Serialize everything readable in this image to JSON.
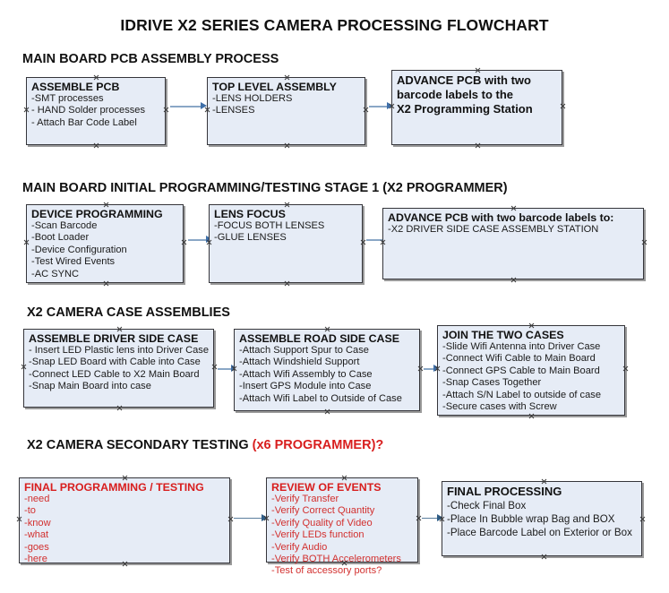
{
  "document": {
    "title": "IDRIVE X2  SERIES CAMERA PROCESSING FLOWCHART",
    "accent_red": "#d81e1e",
    "node_fill": "#e6ecf6",
    "node_border": "#35353a",
    "connector_color": "#8aa7c6"
  },
  "sections": [
    {
      "id": "main-board-pcb-assembly",
      "heading": "MAIN BOARD PCB ASSEMBLY PROCESS",
      "heading_accent": "",
      "nodes": [
        {
          "id": "assemble-pcb",
          "title": "ASSEMBLE PCB",
          "lines": [
            "-SMT processes",
            "- HAND Solder processes",
            "- Attach Bar Code Label"
          ],
          "color": "black"
        },
        {
          "id": "top-level-assembly",
          "title": "TOP LEVEL ASSEMBLY",
          "lines": [
            "-LENS HOLDERS",
            "-LENSES"
          ],
          "color": "black"
        },
        {
          "id": "advance-pcb-to-x2-programming-station",
          "title": "ADVANCE PCB with two",
          "lines": [
            "barcode labels to the",
            " X2 Programming Station"
          ],
          "color": "black",
          "all_bold": true
        }
      ]
    },
    {
      "id": "main-board-initial-programming",
      "heading": "MAIN BOARD INITIAL PROGRAMMING/TESTING STAGE 1 (X2 PROGRAMMER)",
      "heading_accent": "",
      "nodes": [
        {
          "id": "device-programming",
          "title": "DEVICE PROGRAMMING",
          "lines": [
            "-Scan Barcode",
            "-Boot Loader",
            "-Device Configuration",
            "-Test Wired Events",
            "-AC SYNC"
          ],
          "color": "black"
        },
        {
          "id": "lens-focus",
          "title": "LENS FOCUS",
          "lines": [
            "-FOCUS BOTH LENSES",
            "-GLUE LENSES"
          ],
          "color": "black"
        },
        {
          "id": "advance-pcb-to-driver-side-case-station",
          "title": "ADVANCE PCB with two barcode labels to:",
          "lines": [
            "-X2 DRIVER  SIDE  CASE  ASSEMBLY STATION"
          ],
          "color": "black"
        }
      ]
    },
    {
      "id": "x2-camera-case-assemblies",
      "heading": "X2 CAMERA CASE ASSEMBLIES",
      "heading_accent": "",
      "nodes": [
        {
          "id": "assemble-driver-side-case",
          "title": "ASSEMBLE DRIVER SIDE CASE",
          "lines": [
            "- Insert LED Plastic lens into Driver Case",
            "-Snap LED Board with Cable into Case",
            "-Connect LED Cable to X2 Main Board",
            "-Snap Main Board into case"
          ],
          "color": "black"
        },
        {
          "id": "assemble-road-side-case",
          "title": "ASSEMBLE ROAD SIDE CASE",
          "lines": [
            "-Attach Support Spur to Case",
            "-Attach Windshield Support",
            "-Attach Wifi Assembly to Case",
            "-Insert GPS Module into Case",
            "-Attach Wifi Label to Outside of Case"
          ],
          "color": "black"
        },
        {
          "id": "join-the-two-cases",
          "title": "JOIN THE TWO CASES",
          "lines": [
            "-Slide Wifi Antenna into Driver Case",
            "-Connect Wifi Cable to Main Board",
            "-Connect GPS Cable to Main Board",
            "-Snap Cases Together",
            "-Attach S/N Label to outside of case",
            "-Secure cases with Screw"
          ],
          "color": "black"
        }
      ]
    },
    {
      "id": "x2-camera-secondary-testing",
      "heading": "X2 CAMERA SECONDARY TESTING ",
      "heading_accent": "(x6 PROGRAMMER)?",
      "nodes": [
        {
          "id": "final-programming-testing",
          "title": "FINAL PROGRAMMING / TESTING",
          "lines": [
            "-need",
            "-to",
            "-know",
            "-what",
            "-goes",
            "-here"
          ],
          "color": "red"
        },
        {
          "id": "review-of-events",
          "title": "REVIEW OF EVENTS",
          "lines": [
            "-Verify Transfer",
            "-Verify Correct Quantity",
            "-Verify Quality of Video",
            "-Verify LEDs function",
            "-Verify Audio",
            "-Verify BOTH Accelerometers",
            "-Test of accessory ports?"
          ],
          "color": "red"
        },
        {
          "id": "final-processing",
          "title": "FINAL PROCESSING",
          "lines": [
            " -Check Final Box",
            "-Place In Bubble wrap Bag and BOX",
            "-Place Barcode Label on Exterior or Box"
          ],
          "color": "black"
        }
      ]
    }
  ]
}
